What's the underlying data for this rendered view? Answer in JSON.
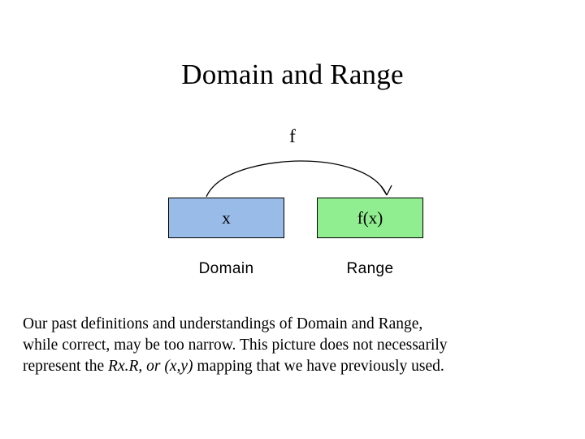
{
  "slide": {
    "title": "Domain and Range",
    "function_label": "f",
    "diagram": {
      "arc_name": "function-arrow-arc",
      "domain_box": {
        "label": "x",
        "caption": "Domain",
        "color": "#99bbe8"
      },
      "range_box": {
        "label": "f(x)",
        "caption": "Range",
        "color": "#90ee90"
      }
    },
    "body": {
      "line1_a": "Our past definitions and understandings of Domain and Range,",
      "line2_a": "while correct, may be too narrow. This picture does not necessarily",
      "line3_a": "represent the ",
      "line3_em": "Rx.R, or (x,y)",
      "line3_b": " mapping that we have previously used."
    }
  }
}
